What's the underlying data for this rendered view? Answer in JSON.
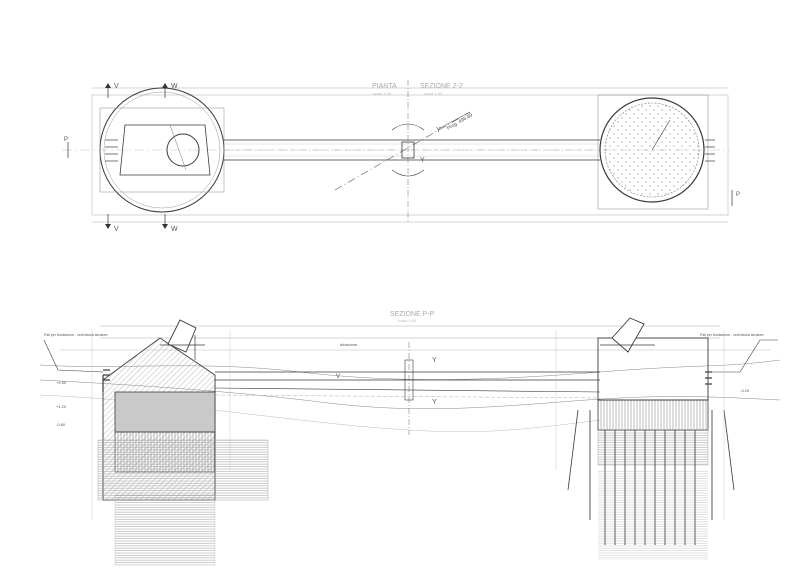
{
  "drawing": {
    "plan": {
      "labels": {
        "pianta": "PIANTA",
        "sezione_2_2": "SEZIONE 2-2",
        "scale_small": "scala 1:50",
        "section_v": "V",
        "section_w": "W",
        "section_p": "P",
        "section_y": "Y",
        "progressive": "Prog. 496.89"
      }
    },
    "section": {
      "labels": {
        "sezione_pp": "SEZIONE P-P",
        "scale_small": "scala 1:50",
        "note_left": "Pali per fondazione - vedi tavola strutture",
        "note_right": "Pali per fondazione - vedi tavola strutture",
        "section_y": "Y",
        "marker_v": "V",
        "level_1": "+4.50",
        "level_2": "+1.20",
        "level_3": "-0.80",
        "level_4": "-3.20",
        "pipe_note": "tubazione"
      }
    }
  },
  "colors": {
    "line": "#3a3a3a",
    "light": "#9a9a9a",
    "hatch": "#b5b5b5"
  }
}
